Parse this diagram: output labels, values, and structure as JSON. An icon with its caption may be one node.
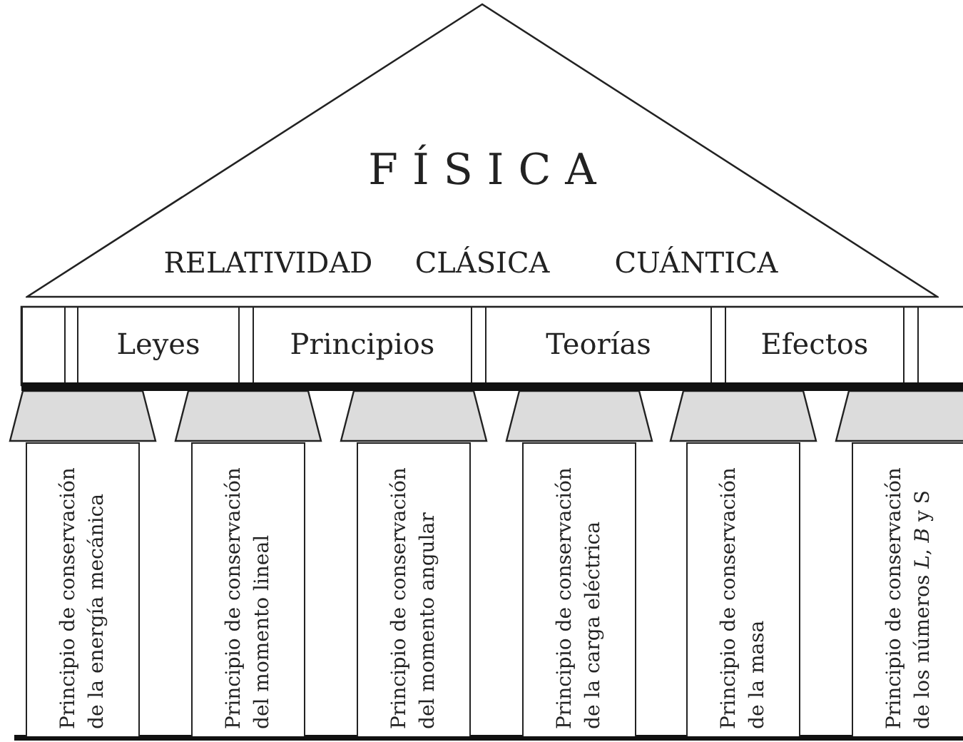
{
  "diagram": {
    "nodes": [
      {
        "text": [
          "FÍSICA",
          "RELATIVIDAD",
          "CLÁSICA",
          "CUÁNTICA"
        ]
      },
      {
        "text": [],
        "shape": "box"
      },
      {
        "text": [
          "Leyes"
        ]
      },
      {
        "text": [
          "Principios"
        ]
      },
      {
        "text": [
          "Teorías"
        ]
      },
      {
        "text": [
          "Efectos"
        ]
      },
      {
        "text": [],
        "shape": "box"
      },
      {
        "text": [],
        "shape": "trapezoid"
      },
      {
        "text": [],
        "shape": "trapezoid"
      },
      {
        "text": [],
        "shape": "trapezoid"
      },
      {
        "text": [],
        "shape": "trapezoid"
      },
      {
        "text": [],
        "shape": "trapezoid"
      },
      {
        "text": [],
        "shape": "trapezoid"
      },
      {
        "text": [
          "Principio de conservación de la energía mecánica"
        ]
      },
      {
        "text": [
          "Principio de conservación del momento lineal"
        ]
      },
      {
        "text": [
          "Principio de conservación del momento angular"
        ]
      },
      {
        "text": [
          "Principio de conservación de la carga eléctrica"
        ]
      },
      {
        "text": [
          "Principio de conservación de la masa"
        ]
      },
      {
        "text": [
          "Principio de conservación de los números *L*, *B* y S"
        ]
      }
    ],
    "edges": []
  }
}
